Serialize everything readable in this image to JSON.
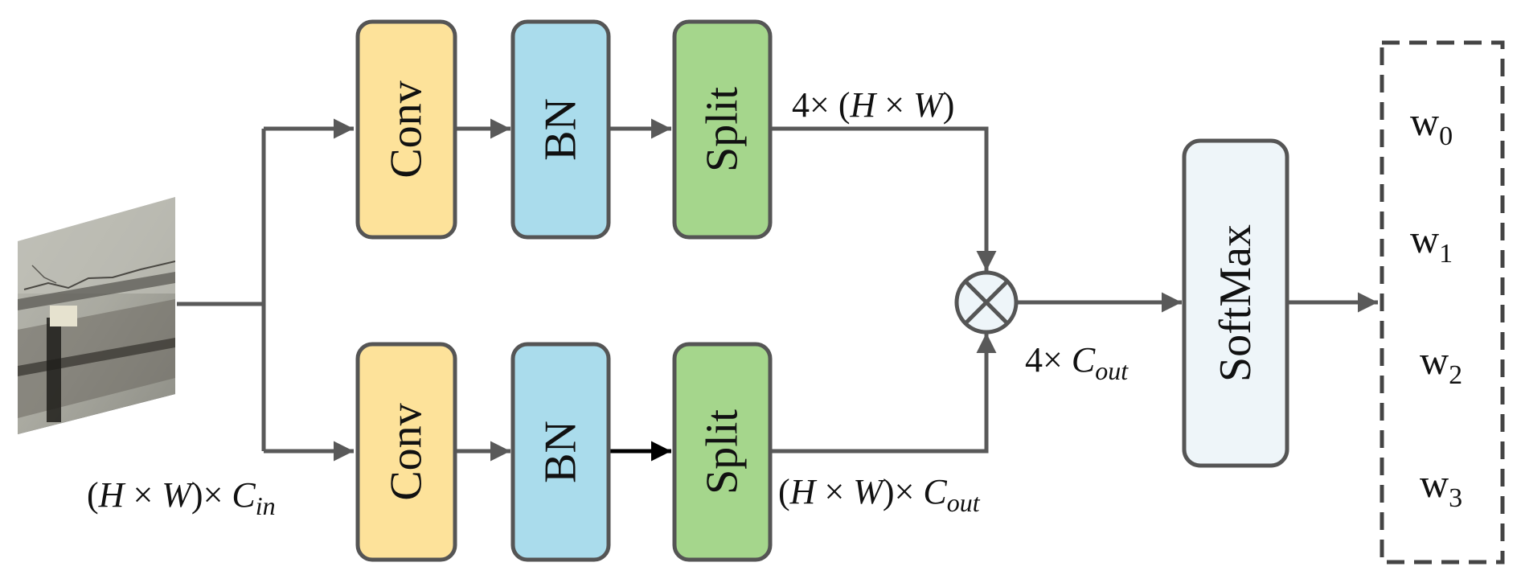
{
  "colors": {
    "conv": "#fde29a",
    "bn": "#aadcec",
    "split": "#a5d68c",
    "softmax": "#eef5f9",
    "stroke": "#555555",
    "arrow_gray": "#595959",
    "arrow_black": "#000000"
  },
  "blocks": {
    "conv_label": "Conv",
    "bn_label": "BN",
    "split_label": "Split",
    "softmax_label": "SoftMax"
  },
  "labels": {
    "top_split": {
      "prefix": "4× (",
      "h": "H",
      "times": " × ",
      "w": "W",
      "suffix": ")"
    },
    "out_concat": {
      "prefix": "4× ",
      "c": "C",
      "sub": "out"
    },
    "input_dim": {
      "lp": "(",
      "h": "H",
      "times": " × ",
      "w": "W",
      "rp": ")× ",
      "c": "C",
      "sub": "in"
    },
    "bottom_split": {
      "lp": "(",
      "h": "H",
      "times": " × ",
      "w": "W",
      "rp": ")× ",
      "c": "C",
      "sub": "out"
    }
  },
  "weights": [
    {
      "base": "w",
      "sub": "0"
    },
    {
      "base": "w",
      "sub": "1"
    },
    {
      "base": "w",
      "sub": "2"
    },
    {
      "base": "w",
      "sub": "3"
    }
  ],
  "multiply_icon": "circle-times-icon",
  "input_image_icon": "crack-photo-icon"
}
